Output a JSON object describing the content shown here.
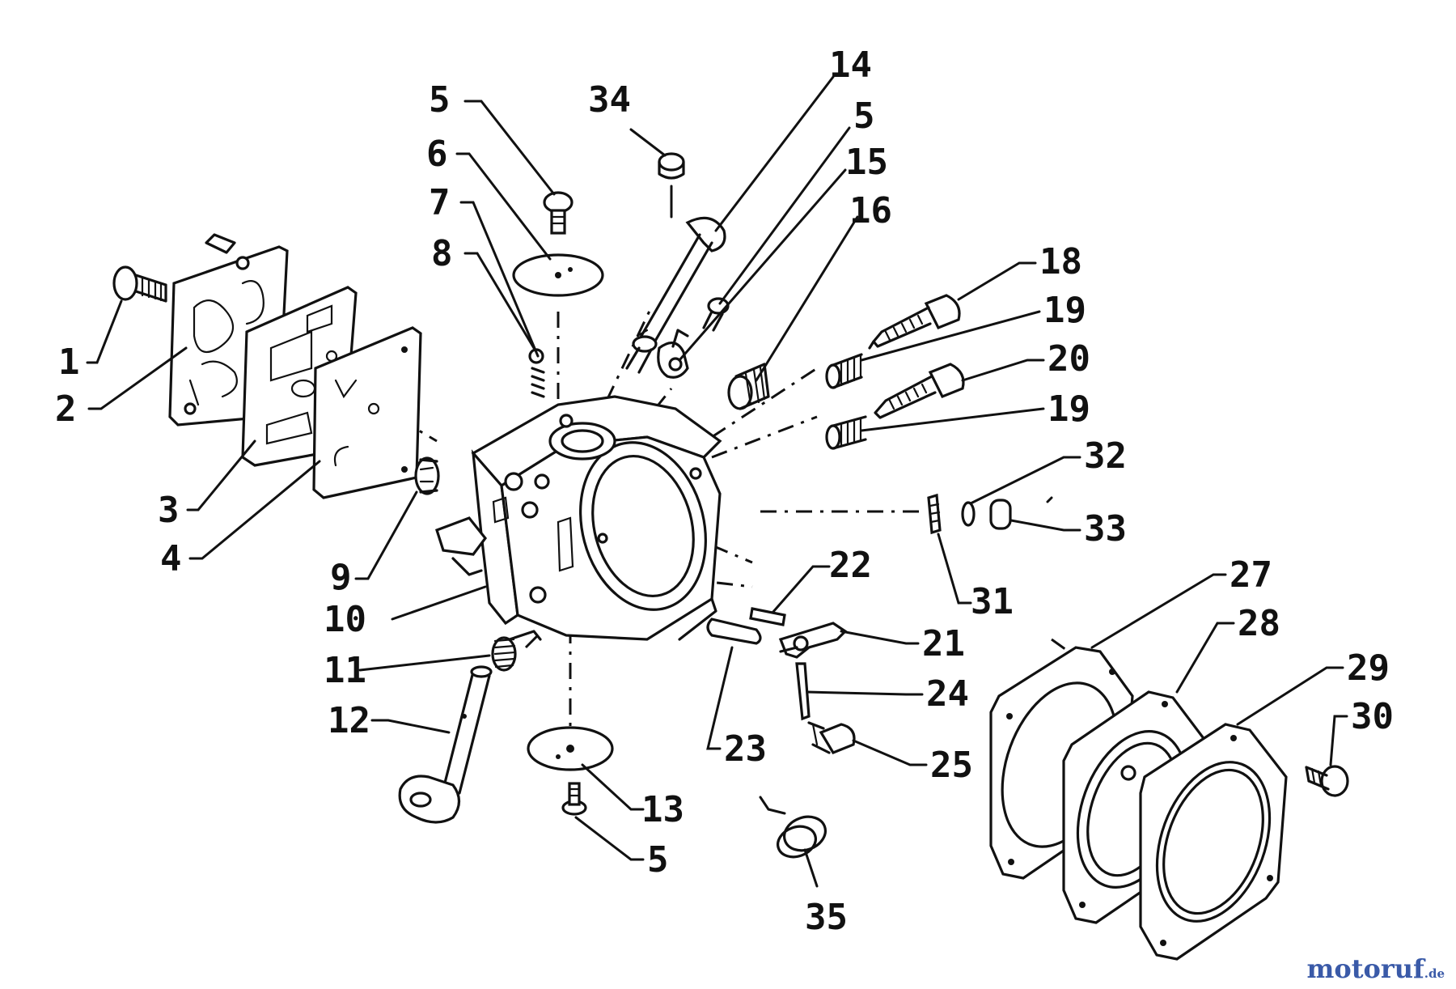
{
  "watermark": {
    "brand": "motoruf",
    "tld": ".de"
  },
  "part_numbers": {
    "p1": "1",
    "p2": "2",
    "p3": "3",
    "p4": "4",
    "p5a": "5",
    "p5b": "5",
    "p5c": "5",
    "p6": "6",
    "p7": "7",
    "p8": "8",
    "p9": "9",
    "p10": "10",
    "p11": "11",
    "p12": "12",
    "p13": "13",
    "p14": "14",
    "p15": "15",
    "p16": "16",
    "p18": "18",
    "p19a": "19",
    "p19b": "19",
    "p20": "20",
    "p21": "21",
    "p22": "22",
    "p23": "23",
    "p24": "24",
    "p25": "25",
    "p27": "27",
    "p28": "28",
    "p29": "29",
    "p30": "30",
    "p31": "31",
    "p32": "32",
    "p33": "33",
    "p34": "34",
    "p35": "35"
  }
}
